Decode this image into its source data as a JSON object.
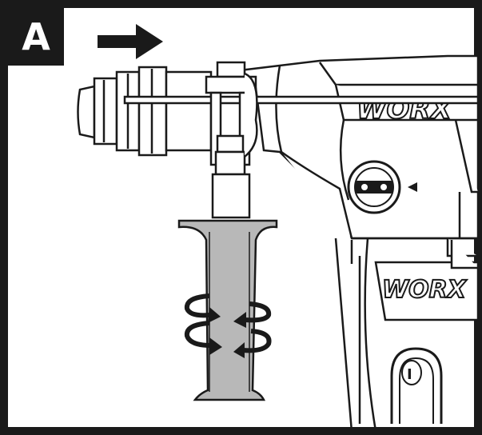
{
  "panel": {
    "label": "A"
  },
  "branding": {
    "top_logo": "WORX",
    "body_logo": "WORX"
  },
  "controls": {
    "switch_symbol": "I"
  },
  "icons": {
    "direction_arrow": "right-arrow-icon",
    "rotation": "rotate-arrows-icon",
    "lock_marker": "triangle-marker-icon"
  },
  "colors": {
    "ink": "#1a1a1a",
    "handle_fill": "#b8b8b8",
    "paper": "#ffffff"
  }
}
